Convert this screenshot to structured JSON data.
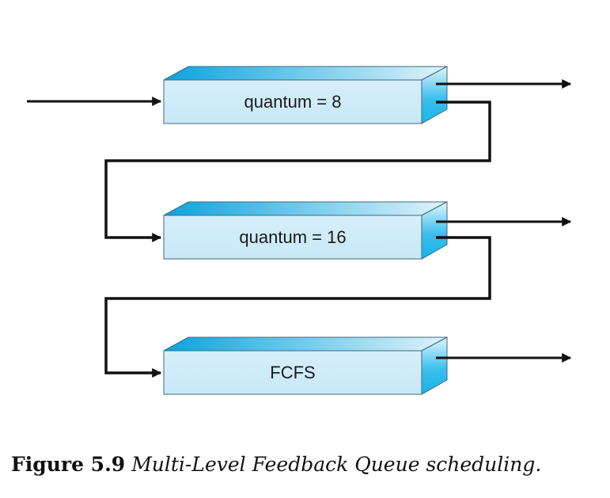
{
  "diagram": {
    "queues": [
      {
        "label": "quantum = 8"
      },
      {
        "label": "quantum = 16"
      },
      {
        "label": "FCFS"
      }
    ]
  },
  "caption": {
    "number": "Figure 5.9",
    "text": "Multi-Level Feedback Queue scheduling."
  },
  "colors": {
    "box_front": "#cdebf8",
    "box_top_start": "#0aa3dd",
    "box_top_end": "#dff3fb",
    "box_side": "#1bb6ea",
    "line": "#111111"
  }
}
